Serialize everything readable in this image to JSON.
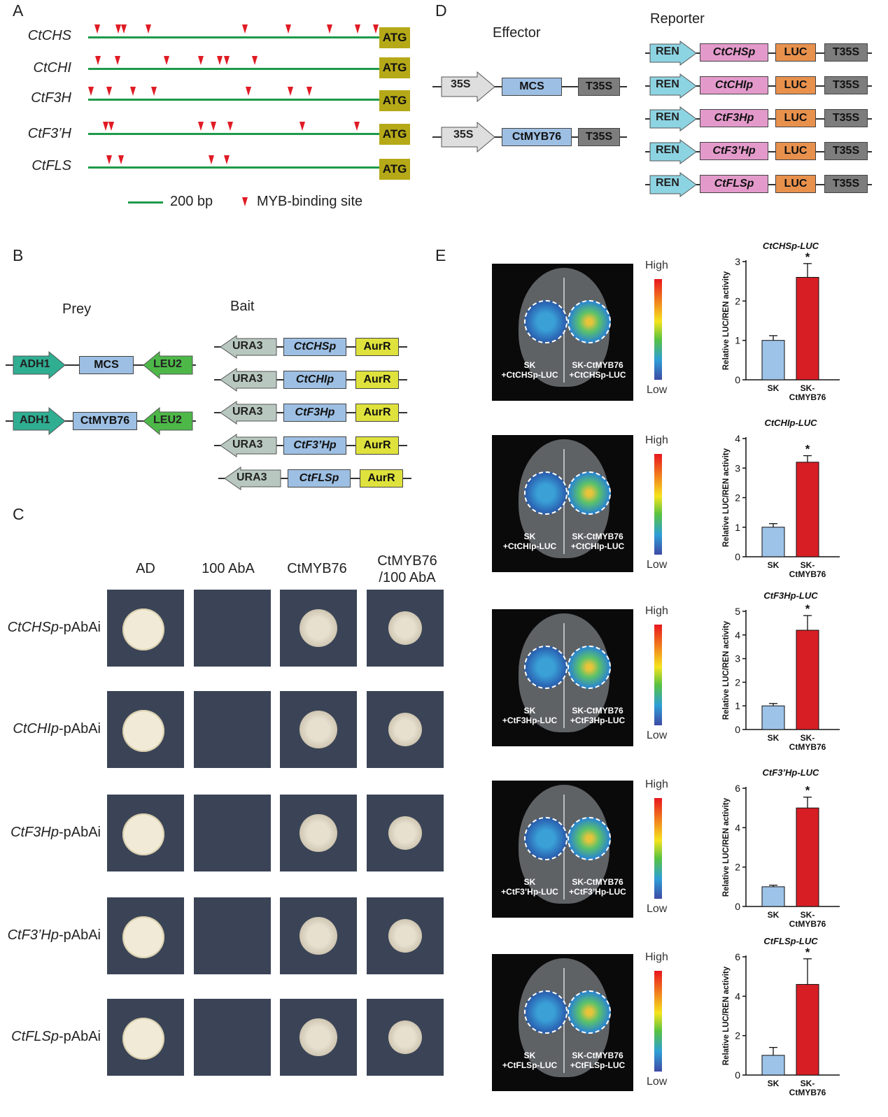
{
  "panel_labels": {
    "a": "A",
    "b": "B",
    "c": "C",
    "d": "D",
    "e": "E"
  },
  "panel_a": {
    "genes": [
      "CtCHS",
      "CtCHI",
      "CtF3H",
      "CtF3’H",
      "CtFLS"
    ],
    "atg_label": "ATG",
    "legend_scale": "200 bp",
    "legend_site": "MYB-binding site"
  },
  "panel_b": {
    "prey_title": "Prey",
    "bait_title": "Bait",
    "prey_rows": [
      {
        "left": "ADH1",
        "mid": "MCS",
        "right": "LEU2"
      },
      {
        "left": "ADH1",
        "mid": "CtMYB76",
        "right": "LEU2"
      }
    ],
    "bait_rows": [
      {
        "left": "URA3",
        "mid": "CtCHSp",
        "right": "AurR"
      },
      {
        "left": "URA3",
        "mid": "CtCHIp",
        "right": "AurR"
      },
      {
        "left": "URA3",
        "mid": "CtF3Hp",
        "right": "AurR"
      },
      {
        "left": "URA3",
        "mid": "CtF3’Hp",
        "right": "AurR"
      },
      {
        "left": "URA3",
        "mid": "CtFLSp",
        "right": "AurR"
      }
    ]
  },
  "panel_c": {
    "columns": [
      "AD",
      "100 AbA",
      "CtMYB76",
      "CtMYB76\n/100 AbA"
    ],
    "rows": [
      {
        "italic": "CtCHSp",
        "suffix": "-pAbAi"
      },
      {
        "italic": "CtCHIp",
        "suffix": "-pAbAi"
      },
      {
        "italic": "CtF3Hp",
        "suffix": "-pAbAi"
      },
      {
        "italic": "CtF3’Hp",
        "suffix": "-pAbAi"
      },
      {
        "italic": "CtFLSp",
        "suffix": "-pAbAi"
      }
    ]
  },
  "panel_d": {
    "effector_title": "Effector",
    "reporter_title": "Reporter",
    "effector_rows": [
      {
        "promoter": "35S",
        "gene": "MCS",
        "term": "T35S"
      },
      {
        "promoter": "35S",
        "gene": "CtMYB76",
        "term": "T35S"
      }
    ],
    "reporter_rows": [
      {
        "ren": "REN",
        "prom": "CtCHSp",
        "luc": "LUC",
        "term": "T35S"
      },
      {
        "ren": "REN",
        "prom": "CtCHIp",
        "luc": "LUC",
        "term": "T35S"
      },
      {
        "ren": "REN",
        "prom": "CtF3Hp",
        "luc": "LUC",
        "term": "T35S"
      },
      {
        "ren": "REN",
        "prom": "CtF3’Hp",
        "luc": "LUC",
        "term": "T35S"
      },
      {
        "ren": "REN",
        "prom": "CtFLSp",
        "luc": "LUC",
        "term": "T35S"
      }
    ]
  },
  "panel_e": {
    "scale_high": "High",
    "scale_low": "Low",
    "leaf_labels": [
      {
        "left1": "SK",
        "left2": "+CtCHSp-LUC",
        "right1": "SK-CtMYB76",
        "right2": "+CtCHSp-LUC"
      },
      {
        "left1": "SK",
        "left2": "+CtCHIp-LUC",
        "right1": "SK-CtMYB76",
        "right2": "+CtCHIp-LUC"
      },
      {
        "left1": "SK",
        "left2": "+CtF3Hp-LUC",
        "right1": "SK-CtMYB76",
        "right2": "+CtF3Hp-LUC"
      },
      {
        "left1": "SK",
        "left2": "+CtF3’Hp-LUC",
        "right1": "SK-CtMYB76",
        "right2": "+CtF3’Hp-LUC"
      },
      {
        "left1": "SK",
        "left2": "+CtFLSp-LUC",
        "right1": "SK-CtMYB76",
        "right2": "+CtFLSp-LUC"
      }
    ]
  },
  "chart_data": [
    {
      "type": "bar",
      "title": "CtCHSp-LUC",
      "ylabel": "Relative LUC/REN activity",
      "categories": [
        "SK",
        "SK-\nCtMYB76"
      ],
      "values": [
        1.0,
        2.6
      ],
      "errors": [
        0.12,
        0.35
      ],
      "ylim": [
        0,
        3
      ],
      "yticks": [
        0,
        1,
        2,
        3
      ],
      "significance": [
        "",
        "*"
      ],
      "colors": [
        "#9dc3e8",
        "#d71e25"
      ]
    },
    {
      "type": "bar",
      "title": "CtCHIp-LUC",
      "ylabel": "Relative LUC/REN activity",
      "categories": [
        "SK",
        "SK-\nCtMYB76"
      ],
      "values": [
        1.0,
        3.2
      ],
      "errors": [
        0.12,
        0.22
      ],
      "ylim": [
        0,
        4
      ],
      "yticks": [
        0,
        1,
        2,
        3,
        4
      ],
      "significance": [
        "",
        "*"
      ],
      "colors": [
        "#9dc3e8",
        "#d71e25"
      ]
    },
    {
      "type": "bar",
      "title": "CtF3Hp-LUC",
      "ylabel": "Relative LUC/REN activity",
      "categories": [
        "SK",
        "SK-\nCtMYB76"
      ],
      "values": [
        1.0,
        4.2
      ],
      "errors": [
        0.1,
        0.62
      ],
      "ylim": [
        0,
        5
      ],
      "yticks": [
        0,
        1,
        2,
        3,
        4,
        5
      ],
      "significance": [
        "",
        "*"
      ],
      "colors": [
        "#9dc3e8",
        "#d71e25"
      ]
    },
    {
      "type": "bar",
      "title": "CtF3’Hp-LUC",
      "ylabel": "Relative LUC/REN activity",
      "categories": [
        "SK",
        "SK-\nCtMYB76"
      ],
      "values": [
        1.0,
        5.0
      ],
      "errors": [
        0.08,
        0.55
      ],
      "ylim": [
        0,
        6
      ],
      "yticks": [
        0,
        2,
        4,
        6
      ],
      "significance": [
        "",
        "*"
      ],
      "colors": [
        "#9dc3e8",
        "#d71e25"
      ]
    },
    {
      "type": "bar",
      "title": "CtFLSp-LUC",
      "ylabel": "Relative LUC/REN activity",
      "categories": [
        "SK",
        "SK-\nCtMYB76"
      ],
      "values": [
        1.0,
        4.6
      ],
      "errors": [
        0.4,
        1.3
      ],
      "ylim": [
        0,
        6
      ],
      "yticks": [
        0,
        2,
        4,
        6
      ],
      "significance": [
        "",
        "*"
      ],
      "colors": [
        "#9dc3e8",
        "#d71e25"
      ]
    }
  ]
}
